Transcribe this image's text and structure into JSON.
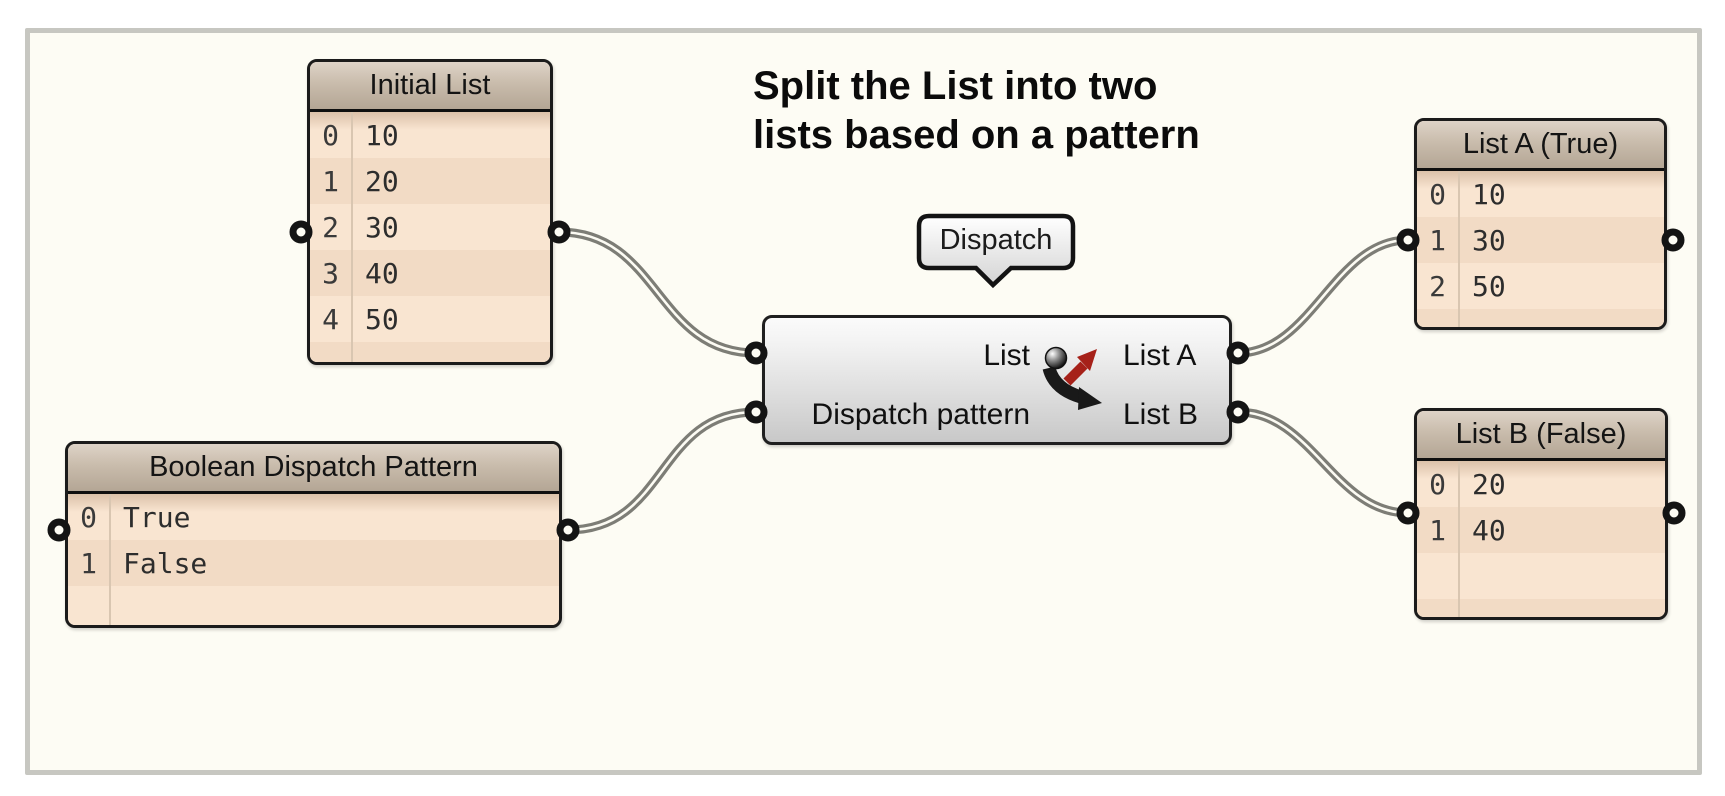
{
  "title": {
    "line1": "Split the List into two",
    "line2": "lists based on a pattern"
  },
  "tooltip": {
    "label": "Dispatch"
  },
  "component": {
    "name": "Dispatch",
    "icon": "dispatch-split-arrows-icon",
    "inputs": [
      {
        "label": "List"
      },
      {
        "label": "Dispatch pattern"
      }
    ],
    "outputs": [
      {
        "label": "List A"
      },
      {
        "label": "List B"
      }
    ]
  },
  "panels": [
    {
      "id": "initial-list",
      "title": "Initial List",
      "rows": [
        [
          "0",
          "10"
        ],
        [
          "1",
          "20"
        ],
        [
          "2",
          "30"
        ],
        [
          "3",
          "40"
        ],
        [
          "4",
          "50"
        ]
      ]
    },
    {
      "id": "boolean-dispatch-pattern",
      "title": "Boolean Dispatch Pattern",
      "rows": [
        [
          "0",
          "True"
        ],
        [
          "1",
          "False"
        ]
      ]
    },
    {
      "id": "list-a-true",
      "title": "List A (True)",
      "rows": [
        [
          "0",
          "10"
        ],
        [
          "1",
          "30"
        ],
        [
          "2",
          "50"
        ]
      ]
    },
    {
      "id": "list-b-false",
      "title": "List B (False)",
      "rows": [
        [
          "0",
          "20"
        ],
        [
          "1",
          "40"
        ]
      ]
    }
  ],
  "colors": {
    "canvas_bg": "#fdfcf4",
    "canvas_border": "#c7c7c1",
    "panel_header": "#c9bcac",
    "panel_body": "#f8e2cc",
    "panel_border": "#1b1b1b",
    "wire": "#7d7d76",
    "component_fill": "#e0e0e0",
    "icon_red": "#a62119"
  }
}
